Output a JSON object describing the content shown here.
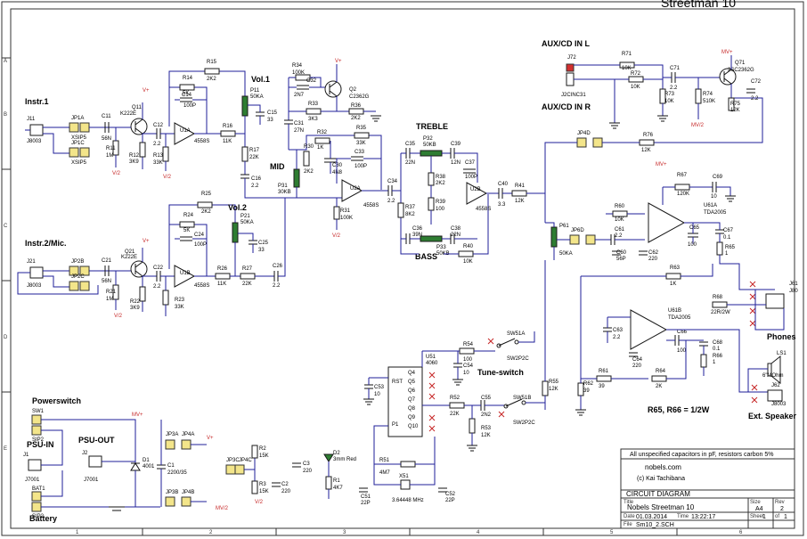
{
  "title_fragment": "Streetman 10",
  "sections": {
    "instr1": "Instr.1",
    "instr2": "Instr.2/Mic.",
    "vol1": "Vol.1",
    "vol2": "Vol.2",
    "mid": "MID",
    "treble": "TREBLE",
    "bass": "BASS",
    "aux_l": "AUX/CD IN L",
    "aux_r": "AUX/CD IN R",
    "tune": "Tune-switch",
    "phones": "Phones",
    "ext_speaker": "Ext. Speaker",
    "powerswitch": "Powerswitch",
    "psu_in": "PSU-IN",
    "psu_out": "PSU-OUT",
    "battery": "Battery",
    "r65_note": "R65, R66 = 1/2W"
  },
  "components": {
    "j11": "J11",
    "j8003a": "J8003",
    "j21": "J21",
    "j8003b": "J8003",
    "jp1a": "JP1A",
    "jp1c": "JP1C",
    "jp2b": "JP2B",
    "jp2c": "JP2C",
    "xsip": "XSIP5",
    "c11": "C11",
    "c11v": "56N",
    "r11": "R11",
    "r11v": "1M",
    "q11": "Q11",
    "q11v": "K222E",
    "r12": "R12",
    "r12v": "3K9",
    "c12": "C12",
    "c12v": "2.2",
    "r13": "R13",
    "r13v": "33K",
    "u1a": "U1A",
    "u1av": "4558S",
    "r14": "R14",
    "r14v": "5K",
    "c14": "C14",
    "c14v": "100P",
    "r15": "R15",
    "r15v": "2K2",
    "r16": "R16",
    "r16v": "11K",
    "p11": "P11",
    "p11v": "50KA",
    "r17": "R17",
    "r17v": "22K",
    "c15": "C15",
    "c15v": "33",
    "c16": "C16",
    "c16v": "2.2",
    "c21": "C21",
    "c21v": "56N",
    "r21": "R21",
    "r21v": "1M",
    "q21": "Q21",
    "q21v": "K222E",
    "r22": "R22",
    "r22v": "3K9",
    "c22": "C22",
    "c22v": "2.2",
    "r23": "R23",
    "r23v": "33K",
    "u1b": "U1B",
    "u1bv": "4558S",
    "r24": "R24",
    "r24v": "5K",
    "c24": "C24",
    "c24v": "100P",
    "r25": "R25",
    "r25v": "2K2",
    "r26": "R26",
    "r26v": "11K",
    "p21": "P21",
    "p21v": "50KA",
    "r27": "R27",
    "r27v": "22K",
    "c25": "C25",
    "c25v": "33",
    "c26": "C26",
    "c26v": "2.2",
    "r34": "R34",
    "r34v": "100K",
    "c32": "C32",
    "c32v": "2N7",
    "q2": "Q2",
    "q2v": "C2362G",
    "r36": "R36",
    "r36v": "2K2",
    "r33": "R33",
    "r33v": "3K3",
    "c31": "C31",
    "c31v": "27N",
    "r30": "R30",
    "r30v": "2K2",
    "r32": "R32",
    "r32v": "1K",
    "r35": "R35",
    "r35v": "33K",
    "c30": "C30",
    "c30v": "4N8",
    "c33": "C33",
    "c33v": "100P",
    "p31": "P31",
    "p31v": "30KB",
    "u2a": "U2A",
    "u2av": "4558S",
    "r31": "R31",
    "r31v": "100K",
    "c34": "C34",
    "c34v": "2.2",
    "c35": "C35",
    "c35v": "22N",
    "p32": "P32",
    "p32v": "50KB",
    "c39": "C39",
    "c39v": "12N",
    "r37": "R37",
    "r37v": "8K2",
    "r38": "R38",
    "r38v": "2K2",
    "r39": "R39",
    "r39v": "100",
    "c36": "C36",
    "c36v": "39N",
    "c38": "C38",
    "c38v": "22N",
    "p33": "P33",
    "p33v": "50KB",
    "r40": "R40",
    "r40v": "10K",
    "c37": "C37",
    "c37v": "100P",
    "u2b": "U2B",
    "u2bv": "4558S",
    "c40": "C40",
    "c40v": "3.3",
    "r41": "R41",
    "r41v": "12K",
    "j72": "J72",
    "j2cinc": "J2CINC31",
    "r71": "R71",
    "r71v": "10K",
    "r72": "R72",
    "r72v": "10K",
    "c71": "C71",
    "c71v": "2.2",
    "r73": "R73",
    "r73v": "10K",
    "r74": "R74",
    "r74v": "510K",
    "q71": "Q71",
    "q71v": "2SC2362G",
    "r75": "R75",
    "r75v": "12K",
    "c72": "C72",
    "c72v": "2.2",
    "r76": "R76",
    "r76v": "12K",
    "jp4d": "JP4D",
    "p61": "P61",
    "p61v": "50KA",
    "jp6d": "JP6D",
    "r60": "R60",
    "r60v": "10K",
    "c61": "C61",
    "c61v": "2.2",
    "c60": "C60",
    "c60v": "56P",
    "c62": "C62",
    "c62v": "220",
    "u61a": "U61A",
    "u61av": "TDA2005",
    "r67": "R67",
    "r67v": "120K",
    "c69": "C69",
    "c69v": "10",
    "c65": "C65",
    "c65v": "100",
    "c67": "C67",
    "c67v": "0.1",
    "r65": "R65",
    "r65v": "1",
    "r63": "R63",
    "r63v": "1K",
    "r68": "R68",
    "r68v": "22R/2W",
    "j61": "J61",
    "j61v": "J80",
    "u61b": "U61B",
    "u61bv": "TDA2005",
    "c63": "C63",
    "c63v": "2.2",
    "c66": "C66",
    "c66v": "100",
    "c64": "C64",
    "c64v": "220",
    "c68": "C68",
    "c68v": "0.1",
    "r66": "R66",
    "r66v": "1",
    "r61": "R61",
    "r61v": "39",
    "r64": "R64",
    "r64v": "2K",
    "r62": "R62",
    "r62v": "39",
    "ls1": "LS1",
    "ls1v": "6\"/4Ohm",
    "j62": "J62",
    "j62v": "J8003",
    "r54": "R54",
    "r54v": "100",
    "sw51a": "SW51A",
    "sw51av": "SW2P2C",
    "c54": "C54",
    "c54v": "10",
    "u51": "U51",
    "u51v": "4060",
    "c53": "C53",
    "c53v": "10",
    "r55": "R55",
    "r55v": "12K",
    "r52": "R52",
    "r52v": "22K",
    "c55": "C55",
    "c55v": "2N2",
    "r53": "R53",
    "r53v": "12K",
    "sw51b": "SW51B",
    "sw51bv": "SW2P2C",
    "r51": "R51",
    "r51v": "4M7",
    "x51": "X51",
    "x51v": "3.64448 MHz",
    "c51": "C51",
    "c51v": "22P",
    "c52": "C52",
    "c52v": "22P",
    "sw1": "SW1",
    "sip2a": "SIP2",
    "j1": "J1",
    "j1v": "J7001",
    "bat1": "BAT1",
    "sip2b": "SIP2",
    "j2": "J2",
    "j2v": "J7001",
    "d1": "D1",
    "d1v": "4001",
    "c1": "C1",
    "c1v": "2200/35",
    "jp3a": "JP3A",
    "jp4a": "JP4A",
    "jp3b": "JP3B",
    "jp4b": "JP4B",
    "jp3c": "JP3C",
    "jp4c": "JP4C",
    "r2": "R2",
    "r2v": "15K",
    "r3": "R3",
    "r3v": "15K",
    "c2": "C2",
    "c2v": "220",
    "c3": "C3",
    "c3v": "220",
    "d2": "D2",
    "d2v": "3mm Red",
    "r1": "R1",
    "r1v": "4K7",
    "vplus": "V+",
    "mv": "MV+",
    "v2": "V/2",
    "mv2": "MV/2"
  },
  "title_block": {
    "note": "All unspecified capacitors in pF, resistors carbon 5%",
    "company": "nobels.com",
    "copyright": "(c) Kai Tachibana",
    "doc_type": "CIRCUIT DIAGRAM",
    "project": "Nobels Streetman 10",
    "date": "01.03.2014",
    "time": "13:22:17",
    "file": "Sm10_2.SCH",
    "size_label": "Size",
    "size": "A4",
    "rev_label": "Rev",
    "rev": "2",
    "sheet_label": "Sheet",
    "sheet": "1",
    "of_label": "of",
    "sheet_total": "1",
    "title_label": "Title",
    "date_label": "Date",
    "time_label": "Time",
    "file_label": "File"
  },
  "border": {
    "rows": [
      "A",
      "B",
      "C",
      "D",
      "E"
    ],
    "cols": [
      "1",
      "2",
      "3",
      "4",
      "5",
      "6"
    ]
  },
  "colors": {
    "wire": "#1f1f9a",
    "pot": "#2e7d32",
    "jumper": "#f3e58a",
    "aux_red": "#d32f2f"
  }
}
